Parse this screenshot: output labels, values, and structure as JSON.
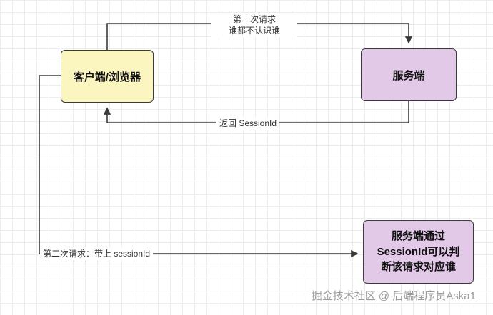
{
  "canvas": {
    "background": "#ffffff",
    "grid_color": "#ececec",
    "stroke_color": "#3b3b3b"
  },
  "nodes": {
    "client": {
      "label": "客户端/浏览器",
      "fill": "#fbf5c0",
      "border": "#3b3b3b"
    },
    "server": {
      "label": "服务端",
      "fill": "#e2c9e8",
      "border": "#3b3b3b"
    },
    "server_note": {
      "lines": [
        "服务端通过",
        "SessionId可以判",
        "断该请求对应谁"
      ],
      "fill": "#e2c9e8",
      "border": "#3b3b3b"
    }
  },
  "edges": {
    "first_request": {
      "lines": [
        "第一次请求",
        "谁都不认识谁"
      ]
    },
    "return_session": {
      "label": "返回 SessionId"
    },
    "second_request": {
      "label": "第二次请求：带上 sessionId"
    }
  },
  "footer": {
    "credit": "掘金技术社区 @ 后端程序员Aska1"
  }
}
